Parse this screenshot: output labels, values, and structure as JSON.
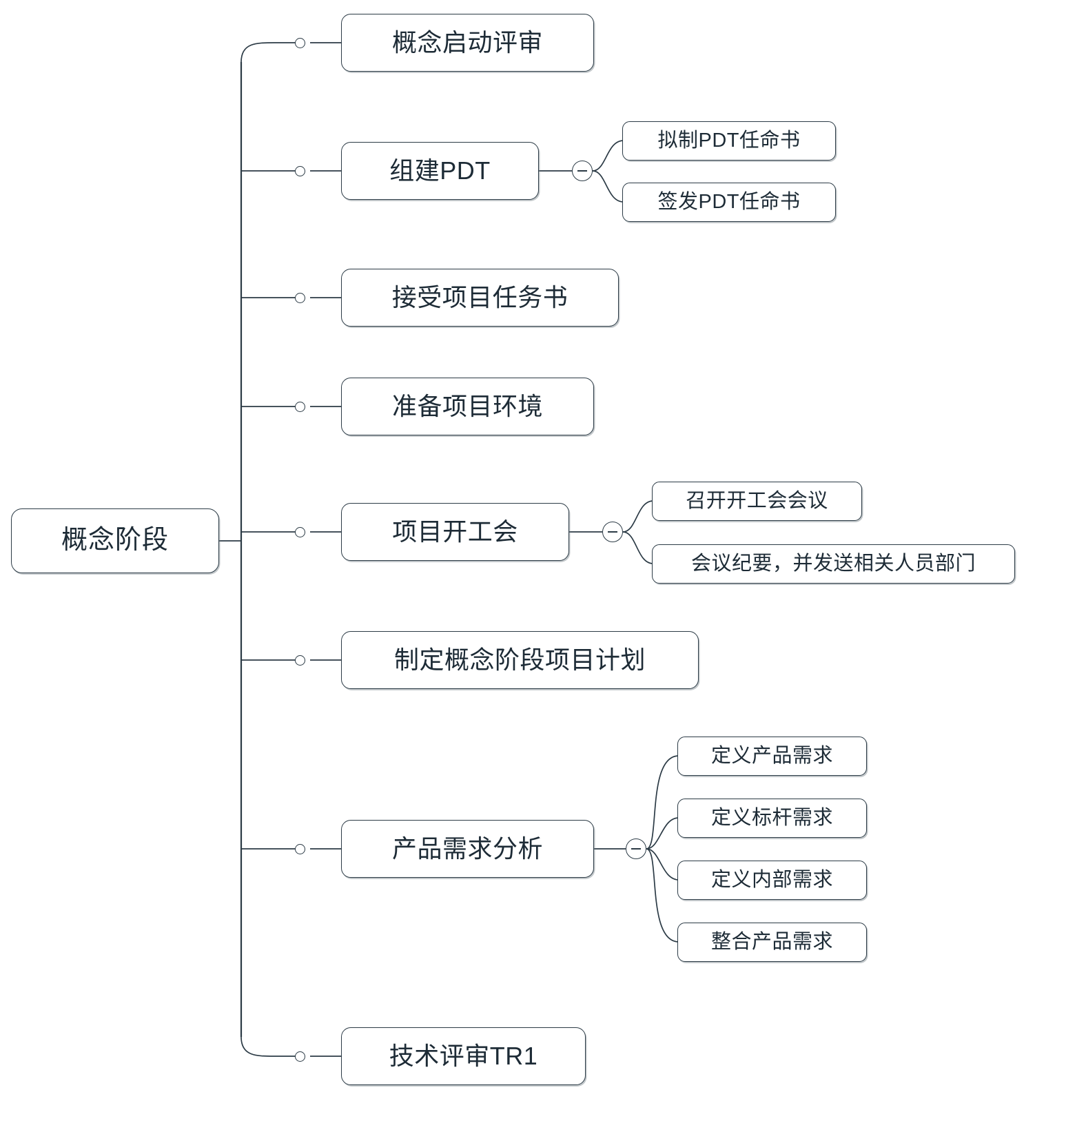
{
  "diagram": {
    "type": "mindmap",
    "orientation": "left-to-right",
    "root": {
      "label": "概念阶段"
    },
    "branches": [
      {
        "label": "概念启动评审",
        "toggle": null,
        "children": []
      },
      {
        "label": "组建PDT",
        "toggle": "minus",
        "children": [
          {
            "label": "拟制PDT任命书"
          },
          {
            "label": "签发PDT任命书"
          }
        ]
      },
      {
        "label": "接受项目任务书",
        "toggle": null,
        "children": []
      },
      {
        "label": "准备项目环境",
        "toggle": null,
        "children": []
      },
      {
        "label": "项目开工会",
        "toggle": "minus",
        "children": [
          {
            "label": "召开开工会会议"
          },
          {
            "label": "会议纪要，并发送相关人员部门"
          }
        ]
      },
      {
        "label": "制定概念阶段项目计划",
        "toggle": null,
        "children": []
      },
      {
        "label": "产品需求分析",
        "toggle": "minus",
        "children": [
          {
            "label": "定义产品需求"
          },
          {
            "label": "定义标杆需求"
          },
          {
            "label": "定义内部需求"
          },
          {
            "label": "整合产品需求"
          }
        ]
      },
      {
        "label": "技术评审TR1",
        "toggle": null,
        "children": []
      }
    ],
    "colors": {
      "background": "#ffffff",
      "node_border": "#2b3a45",
      "node_fill": "#ffffff",
      "text": "#1d2b36",
      "edge": "#2b3a45"
    }
  }
}
